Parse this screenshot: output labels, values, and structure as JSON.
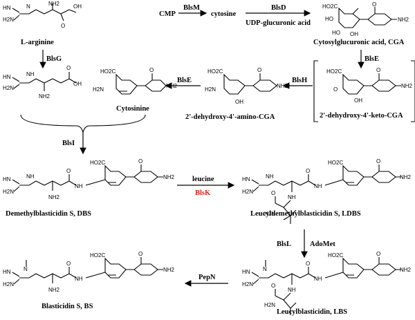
{
  "compounds": {
    "l_arginine": "L-arginine",
    "cmp": "CMP",
    "cytosine": "cytosine",
    "cga": "Cytosylglucuronic acid, CGA",
    "keto_cga": "2'-dehydroxy-4'-keto-CGA",
    "amino_cga": "2'-dehydroxy-4'-amino-CGA",
    "cytosinine": "Cytosinine",
    "dbs": "Demethylblasticidin S, DBS",
    "ldbs": "Leucyldemethylblasticidin S, LDBS",
    "lbs": "Leucylblasticidin, LBS",
    "bs": "Blasticidin S, BS"
  },
  "enzymes": {
    "blsm": "BlsM",
    "blsd": "BlsD",
    "udp": "UDP-glucuronic acid",
    "blse_1": "BlsE",
    "blsh": "BlsH",
    "blse_2": "BlsE",
    "blsg": "BlsG",
    "blsi": "BlsI",
    "leucine": "leucine",
    "blsk": "BlsK",
    "blsl": "BlsL",
    "adomet": "AdoMet",
    "pepn": "PepN"
  },
  "atoms": {
    "nh2": "NH2",
    "nh": "NH",
    "n": "N",
    "o": "O",
    "oh": "OH",
    "h2n": "H2N",
    "hn": "HN",
    "ho": "HO",
    "hooc": "HO2C",
    "cooh": "OH",
    "ho2c": "HO2C"
  },
  "colors": {
    "highlight": "#e0201a"
  }
}
